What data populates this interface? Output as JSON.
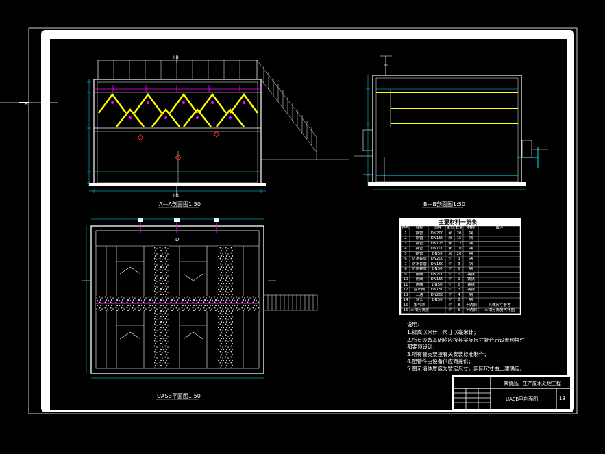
{
  "drawing": {
    "side_marker": "B",
    "section_a": {
      "title": "A—A剖面图1:50",
      "cut_label_top": "Ⅰ-B",
      "cut_label_bottom": "Ⅰ-B"
    },
    "section_b": {
      "title": "B—B剖面图1:50"
    },
    "plan": {
      "title": "UASB平面图1:50",
      "center_mark": "D"
    },
    "material_table": {
      "title": "主要材料一览表",
      "headers": [
        "序号",
        "名称",
        "规格",
        "单位",
        "数量",
        "材料",
        "备注"
      ],
      "rows": [
        [
          "1",
          "钢管",
          "DN200",
          "米",
          "20",
          "钢",
          ""
        ],
        [
          "2",
          "钢管",
          "DN150",
          "米",
          "15",
          "钢",
          ""
        ],
        [
          "3",
          "钢管",
          "DN125",
          "米",
          "12",
          "钢",
          ""
        ],
        [
          "4",
          "钢管",
          "DN100",
          "米",
          "10",
          "钢",
          ""
        ],
        [
          "5",
          "钢管",
          "DN50",
          "米",
          "20",
          "钢",
          ""
        ],
        [
          "6",
          "防水套管",
          "DN200",
          "个",
          "3",
          "钢",
          ""
        ],
        [
          "7",
          "防水套管",
          "DN150",
          "个",
          "3",
          "钢",
          ""
        ],
        [
          "8",
          "防水套管",
          "DN50",
          "个",
          "6",
          "钢",
          ""
        ],
        [
          "9",
          "闸阀",
          "DN200",
          "个",
          "1",
          "铸铁",
          ""
        ],
        [
          "10",
          "闸阀",
          "DN150",
          "个",
          "1",
          "铸铁",
          ""
        ],
        [
          "11",
          "闸阀",
          "DN50",
          "个",
          "6",
          "铸铁",
          ""
        ],
        [
          "12",
          "逆止阀",
          "DN150",
          "个",
          "3",
          "铸铁",
          ""
        ],
        [
          "13",
          "三通",
          "DN200",
          "个",
          "4",
          "钢",
          ""
        ],
        [
          "14",
          "弯头",
          "DN50",
          "个",
          "6",
          "钢",
          ""
        ],
        [
          "15",
          "集气罩",
          "",
          "个",
          "8",
          "不锈钢",
          "具体尺寸参考"
        ],
        [
          "16",
          "三相分离器",
          "",
          "个",
          "5",
          "不锈钢",
          "三相分离器大样图"
        ]
      ]
    },
    "notes": {
      "heading": "说明：",
      "lines": [
        "1.标高以米计，尺寸以毫米计；",
        "2.所有设备基础均应按其实际尺寸复合后设置预埋件",
        "   都要预设计；",
        "3.所有管支架按有关安装标准制作；",
        "4.配管件由设备供应商提供；",
        "5.图示墙体厚度为暂定尺寸，实际尺寸由土建确定。"
      ]
    },
    "title_block": {
      "project": "某食品厂生产废水处理工程",
      "drawing_name": "UASB平剖面图",
      "sheet_no": "13"
    },
    "colors": {
      "background": "#000000",
      "line": "#ffffff",
      "dimension": "#00e5ff",
      "separator": "#ffff00",
      "pipe": "#ff00ff",
      "gravel": "#d8d8d8"
    }
  }
}
